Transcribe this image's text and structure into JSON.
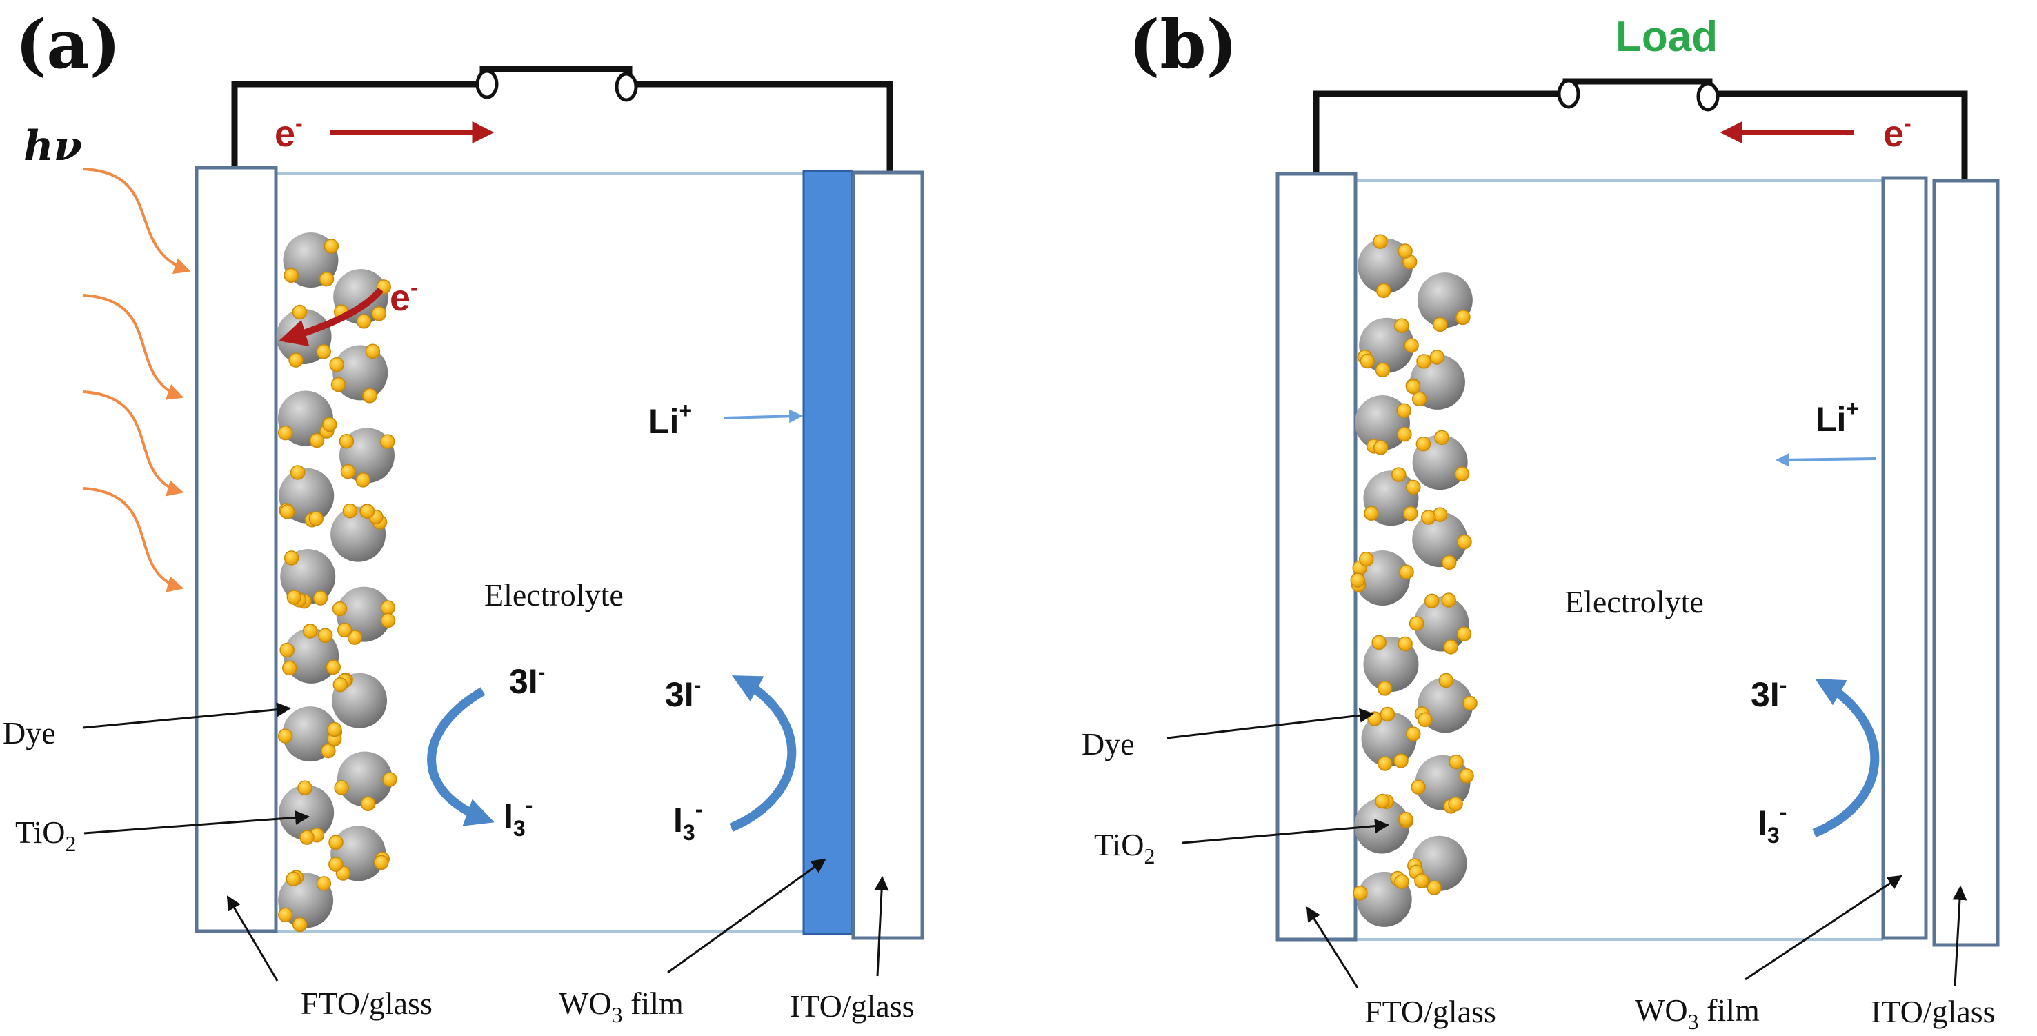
{
  "panels": [
    {
      "label": "(a)",
      "photon": "hν",
      "electron_top": "e",
      "electron_inner": "e",
      "li_ion": "Li",
      "electrolyte": "Electrolyte",
      "dye": "Dye",
      "tio2_base": "TiO",
      "tio2_sub": "2",
      "triiodide_left": "3I",
      "iodide_left": "I",
      "triiodide_right": "3I",
      "iodide_right": "I",
      "fto": "FTO/glass",
      "wo3_base": "WO",
      "wo3_sub": "3",
      "wo3_rest": " film",
      "ito": "ITO/glass"
    },
    {
      "label": "(b)",
      "load": "Load",
      "electron_top": "e",
      "li_ion": "Li",
      "electrolyte": "Electrolyte",
      "dye": "Dye",
      "tio2_base": "TiO",
      "tio2_sub": "2",
      "triiodide_right": "3I",
      "iodide_right": "I",
      "fto": "FTO/glass",
      "wo3_base": "WO",
      "wo3_sub": "3",
      "wo3_rest": " film",
      "ito": "ITO/glass"
    }
  ],
  "symbols": {
    "minus": "-",
    "plus": "+",
    "three": "3"
  },
  "colors": {
    "glass_border": "#5a7596",
    "wo3_colored": "#4a8ad8",
    "wire": "#111111",
    "electron": "#b11a1a",
    "photon": "#f08a44",
    "li_arrow": "#6aa0de",
    "redox_arrow": "#4a86c8",
    "dye": "#f2b51a",
    "tio2": "#8a8a8a",
    "load": "#2aa84a"
  }
}
